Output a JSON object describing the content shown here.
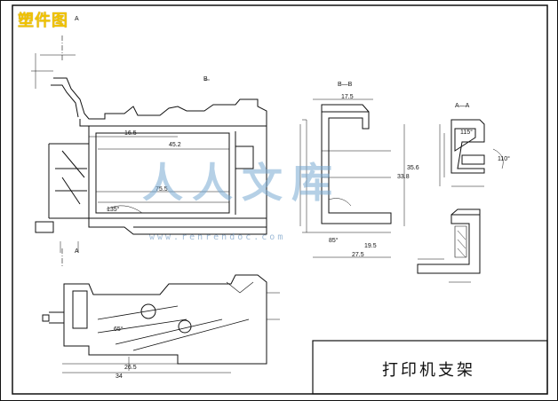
{
  "header_label": "塑件图",
  "title_block": {
    "drawing_title": "打印机支架"
  },
  "watermark": {
    "text": "人人文库",
    "url": "www.renrendoc.com"
  },
  "section_labels": {
    "a_top": "A",
    "a_bottom": "A",
    "b_marker": "B",
    "bb_view": "B—B",
    "aa_view": "A—A"
  },
  "dimensions": {
    "d1": "16.5",
    "d2": "45.2",
    "d3": "75.5",
    "d4": "17.5",
    "d5": "27.5",
    "d6": "19.5",
    "d7": "35.6",
    "d8": "33.8",
    "d9": "26.5",
    "d10": "34",
    "d11": "115°",
    "d12": "110°",
    "d13": "135°",
    "d14": "85°",
    "d15": "65°"
  },
  "colors": {
    "header": "#f0c200",
    "line": "#111111",
    "watermark": "#7fb0d8"
  }
}
